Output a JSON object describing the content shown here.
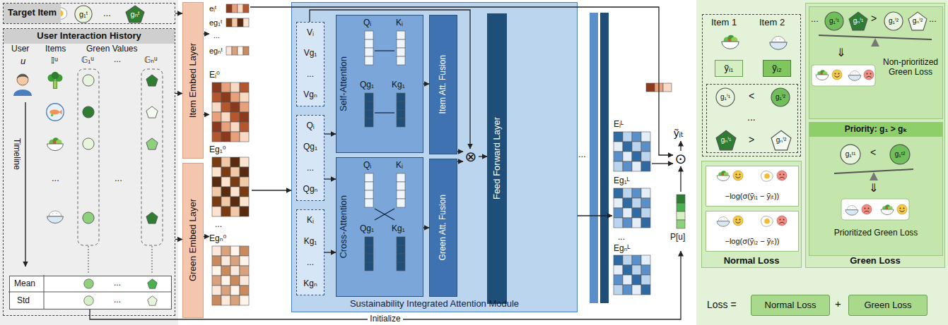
{
  "diagram": {
    "nodes": [
      {
        "text": [
          "Target Item"
        ]
      },
      {
        "text": [
          "g₁ᵗ"
        ],
        "in": 0
      },
      {
        "text": [
          "gₙᵗ"
        ],
        "in": 0
      },
      {
        "text": [
          "User Interaction History"
        ]
      },
      {
        "text": [
          "Mean",
          "Std"
        ],
        "in": 3
      },
      {
        "text": [
          "Item Embed Layer"
        ]
      },
      {
        "text": [
          "Green Embed Layer"
        ]
      },
      {
        "text": [
          "eᵢᵗ",
          "eg₁ᵗ",
          "...",
          "egₙᵗ"
        ]
      },
      {
        "text": [
          "Eᵢ⁰",
          "Eg₁⁰",
          "...",
          "Egₙ⁰"
        ]
      },
      {
        "text": [
          "Sustainability Integrated Attention Module"
        ]
      },
      {
        "text": [
          "Vᵢ",
          "Vg₁",
          "...",
          "Vgₙ"
        ],
        "in": 9
      },
      {
        "text": [
          "Qᵢ",
          "Qg₁",
          "...",
          "Qgₙ"
        ],
        "in": 9
      },
      {
        "text": [
          "Kᵢ",
          "Kg₁",
          "...",
          "Kgₙ"
        ],
        "in": 9
      },
      {
        "text": [
          "Self-Attention"
        ],
        "in": 9
      },
      {
        "text": [
          "Cross-Attention"
        ],
        "in": 9
      },
      {
        "text": [
          "Item Att. Fusion"
        ],
        "in": 9
      },
      {
        "text": [
          "Green Att. Fusion"
        ],
        "in": 9
      },
      {
        "text": [
          "⊗"
        ],
        "in": 9
      },
      {
        "text": [
          "Feed Forward Layer"
        ],
        "in": 9
      },
      {
        "text": [
          "Eᵢᴸ",
          "Eg₁ᴸ",
          "...",
          "Egₙᴸ"
        ]
      },
      {
        "text": [
          "P[u]"
        ]
      },
      {
        "text": [
          "⊙"
        ]
      },
      {
        "text": [
          "Item 1",
          "Item 2"
        ]
      },
      {
        "text": [
          "ỹᵢ₁"
        ],
        "in": 22
      },
      {
        "text": [
          "ỹᵢ₂"
        ],
        "in": 22
      },
      {
        "text": [
          "<",
          "...",
          ">"
        ],
        "in": 22
      },
      {
        "text": [
          "g₁ⁱ¹"
        ],
        "in": 25
      },
      {
        "text": [
          "g₁ⁱ²"
        ],
        "in": 25
      },
      {
        "text": [
          "gₙⁱ¹"
        ],
        "in": 25
      },
      {
        "text": [
          "gₙⁱ²"
        ],
        "in": 25
      },
      {
        "text": [
          "Green Loss"
        ]
      },
      {
        "text": [
          "Non-prioritized Green Loss"
        ],
        "in": 30
      },
      {
        "text": [
          "g₁ⁱ¹"
        ],
        "in": 31
      },
      {
        "text": [
          "gₙⁱ¹"
        ],
        "in": 31
      },
      {
        "text": [
          "g₁ⁱ²"
        ],
        "in": 31
      },
      {
        "text": [
          "gₙⁱ²"
        ],
        "in": 31
      },
      {
        "text": [
          "Priority: g₁ > gₖ",
          "Prioritized Green Loss"
        ],
        "in": 30
      },
      {
        "text": [
          "g₁ᵗ¹"
        ],
        "in": 36
      },
      {
        "text": [
          "g₁ᵗ²"
        ],
        "in": 36
      },
      {
        "text": [
          "Normal Loss"
        ]
      },
      {
        "text": [
          "−log(σ(ỹᵢ₁ − ỹᵢₜ))"
        ],
        "in": 39
      },
      {
        "text": [
          "−log(σ(ỹᵢ₂ − ỹᵢₜ))"
        ],
        "in": 39
      },
      {
        "text": [
          "Normal Loss"
        ]
      },
      {
        "text": [
          "Green Loss"
        ]
      }
    ],
    "edges": [
      {
        "from": 0,
        "to": 5,
        "arrow": "to"
      },
      {
        "from": 3,
        "to": 5,
        "arrow": "to"
      },
      {
        "from": 3,
        "to": 6,
        "arrow": "to"
      },
      {
        "from": 5,
        "to": 7,
        "arrow": "to"
      },
      {
        "from": 5,
        "to": 8,
        "arrow": "to"
      },
      {
        "from": 6,
        "to": 8,
        "arrow": "to"
      },
      {
        "from": 8,
        "to": 9,
        "arrow": "to"
      },
      {
        "from": 11,
        "to": 13,
        "arrow": "to"
      },
      {
        "from": 11,
        "to": 14,
        "arrow": "to"
      },
      {
        "from": 12,
        "to": 14,
        "arrow": "to"
      },
      {
        "from": 13,
        "to": 15,
        "arrow": "to"
      },
      {
        "from": 14,
        "to": 16,
        "arrow": "to"
      },
      {
        "from": 15,
        "to": 17,
        "arrow": "to"
      },
      {
        "from": 16,
        "to": 17,
        "arrow": "to"
      },
      {
        "from": 10,
        "to": 17,
        "arrow": "to"
      },
      {
        "from": 17,
        "to": 18,
        "arrow": "to"
      },
      {
        "from": 9,
        "to": 19,
        "arrow": "to"
      },
      {
        "from": 7,
        "to": 21,
        "arrow": "to"
      },
      {
        "from": 19,
        "to": 21,
        "arrow": "to"
      },
      {
        "from": 20,
        "to": 21,
        "arrow": "to"
      },
      {
        "from": 4,
        "to": 20,
        "arrow": "to",
        "label": "Initialize"
      }
    ],
    "labels": [
      "...",
      "User",
      "u",
      "Items",
      "𝕀ᵘ",
      "Green Values",
      "𝔾₁ᵘ",
      "...",
      "𝔾ₙᵘ",
      "Timeline",
      "...",
      "...",
      "Qᵢ",
      "Kᵢ",
      "Qg₁",
      "Kg₁",
      "Qᵢ",
      "Kᵢ",
      "Qg₁",
      "Kg₁",
      "...",
      "ỹᵢₜ",
      "Loss =",
      "+",
      "⇓",
      "⇓",
      "...",
      "...",
      ">",
      "<",
      "...",
      "..."
    ]
  }
}
